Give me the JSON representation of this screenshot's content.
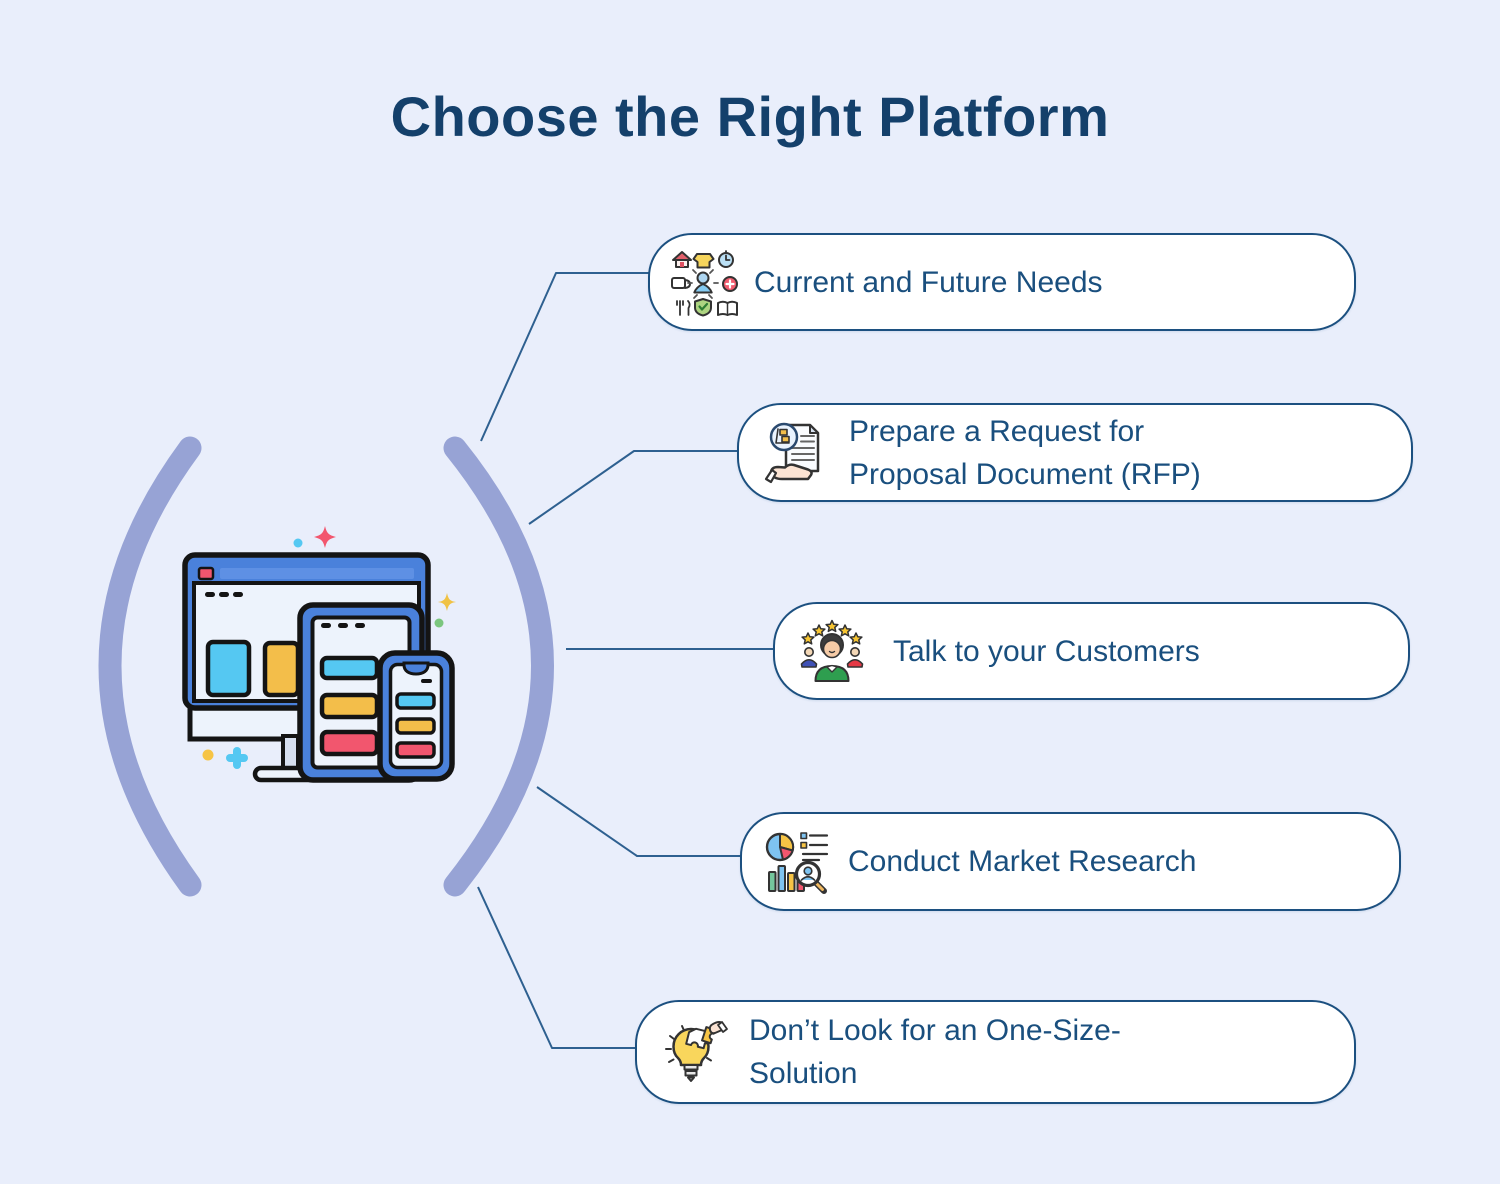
{
  "title": "Choose the Right Platform",
  "callouts": [
    {
      "icon": "needs-icon",
      "label": "Current and Future Needs",
      "lines": [
        "Current and Future Needs",
        ""
      ]
    },
    {
      "icon": "rfp-document-icon",
      "label": "Prepare a Request for Proposal Document (RFP)",
      "lines": [
        "Prepare a Request for",
        "Proposal Document (RFP)"
      ]
    },
    {
      "icon": "customers-icon",
      "label": "Talk to your Customers",
      "lines": [
        "Talk to your Customers",
        ""
      ]
    },
    {
      "icon": "market-research-icon",
      "label": "Conduct Market Research",
      "lines": [
        "Conduct Market Research",
        ""
      ]
    },
    {
      "icon": "one-size-lightbulb-icon",
      "label": "Don’t Look for an One-Size-Solution",
      "lines": [
        "Don’t Look for an One-Size-",
        "Solution"
      ]
    }
  ],
  "center_illustration": {
    "name": "responsive-devices-illustration",
    "elements": [
      "desktop-monitor-browser",
      "tablet",
      "smartphone",
      "sparkles"
    ]
  },
  "colors": {
    "background": "#E9EEFB",
    "title_navy": "#14406B",
    "text_navy": "#1A4F7E",
    "pill_border": "#1C5080",
    "pill_fill": "#FFFFFF",
    "arc_periwinkle": "#97A3D5",
    "connector_navy": "#2E6090",
    "device_blue": "#4A81DB",
    "accent_cyan": "#55C8F2",
    "accent_yellow": "#F3BE4A",
    "accent_red": "#F2566E"
  }
}
